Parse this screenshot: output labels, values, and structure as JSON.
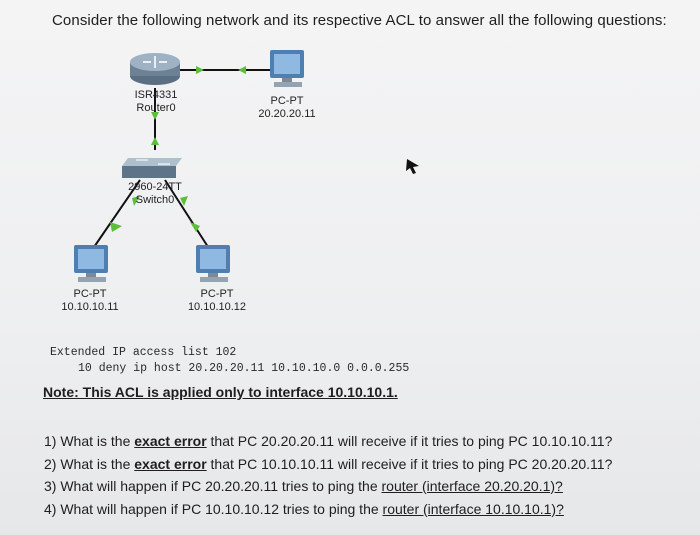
{
  "header": {
    "text": "Consider the following network and its respective ACL to answer all the following questions:"
  },
  "topology": {
    "router": {
      "model": "ISR4331",
      "name": "Router0"
    },
    "switch": {
      "model": "2960-24TT",
      "name": "Switch0"
    },
    "pc_top": {
      "type": "PC-PT",
      "ip": "20.20.20.11"
    },
    "pc_left": {
      "type": "PC-PT",
      "ip": "10.10.10.11"
    },
    "pc_right": {
      "type": "PC-PT",
      "ip": "10.10.10.12"
    }
  },
  "acl": {
    "title": "Extended IP access list 102",
    "rule": "10 deny ip host 20.20.20.11 10.10.10.0 0.0.0.255"
  },
  "note": "Note: This ACL is applied only to interface 10.10.10.1.",
  "questions": {
    "q1": {
      "pre": "1) What is the ",
      "em": "exact error",
      "post": " that PC 20.20.20.11 will receive if it tries to ping PC 10.10.10.11?"
    },
    "q2": {
      "pre": "2) What is the ",
      "em": "exact error",
      "post": " that PC 10.10.10.11 will receive if it tries to ping PC 20.20.20.11?"
    },
    "q3": {
      "pre": "3) What will happen if PC 20.20.20.11 tries to ping the ",
      "link": "router (interface 20.20.20.1)?"
    },
    "q4": {
      "pre": "4) What will happen if PC 10.10.10.12 tries to ping the ",
      "link": "router (interface 10.10.10.1)?"
    }
  }
}
